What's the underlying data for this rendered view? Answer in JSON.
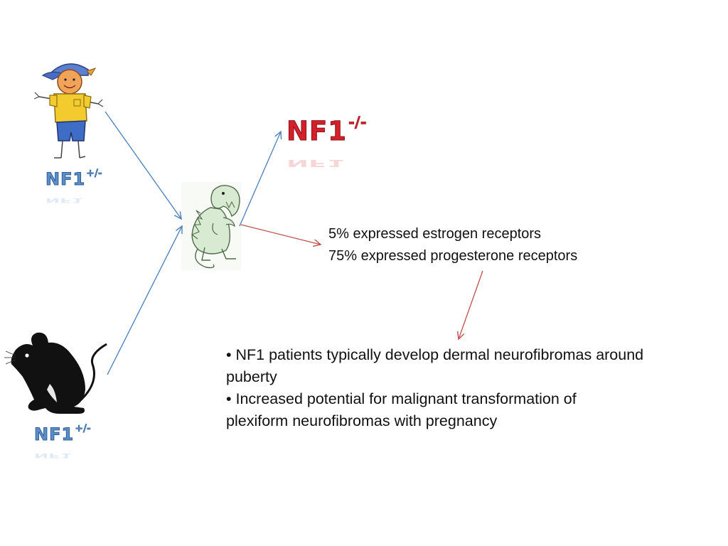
{
  "labels": {
    "child_genotype": {
      "base": "NF1",
      "sup": "+/-"
    },
    "mouse_genotype": {
      "base": "NF1",
      "sup": "+/-"
    },
    "offspring_genotype": {
      "base": "NF1",
      "sup": "-/-"
    }
  },
  "receptors": {
    "line1": "5% expressed estrogen receptors",
    "line2": "75% expressed progesterone receptors"
  },
  "bullets": {
    "item1_line1": "• NF1 patients typically develop dermal neurofibromas around",
    "item1_line2": "puberty",
    "item2_line1": "• Increased potential for malignant transformation  of",
    "item2_line2": "plexiform neurofibromas with pregnancy"
  },
  "colors": {
    "blue_arrow": "#4a7ebb",
    "red_arrow": "#c0504d",
    "blue_label": "#5a8fc8",
    "red_label": "#d4202a"
  }
}
